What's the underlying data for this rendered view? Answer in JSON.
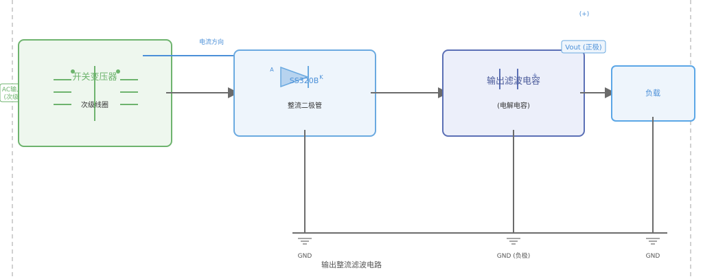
{
  "diagram": {
    "current_direction_label": "电流方向",
    "ac_input_label_line1": "AC输入",
    "ac_input_label_line2": "(次级)",
    "positive_marker": "(+)",
    "transformer": {
      "title": "开关变压器",
      "subtitle": "次级线圈"
    },
    "diode": {
      "part": "SS320B",
      "label": "整流二极管",
      "anode": "A",
      "cathode": "K"
    },
    "capacitor": {
      "title": "输出滤波电容",
      "subtitle": "(电解电容)",
      "plus": "+"
    },
    "vout_label": "Vout (正极)",
    "load": {
      "label": "负载"
    },
    "grounds": [
      "GND",
      "GND (负极)",
      "GND"
    ],
    "caption": "输出整流滤波电路"
  },
  "colors": {
    "transformer_border": "#6db36d",
    "transformer_fill": "#eef7ee",
    "diode_border": "#6aa9e0",
    "diode_fill": "#eef5fc",
    "capacitor_border": "#5a6fb5",
    "capacitor_fill": "#eceffa",
    "load_border": "#5aa6e6",
    "load_fill": "#eef5fc",
    "wire": "#6b6b6b",
    "arrow_blue": "#4a8fd8",
    "text_blue": "#4a8fd8",
    "text_green": "#6db36d",
    "dashed": "#c0c0c0"
  }
}
